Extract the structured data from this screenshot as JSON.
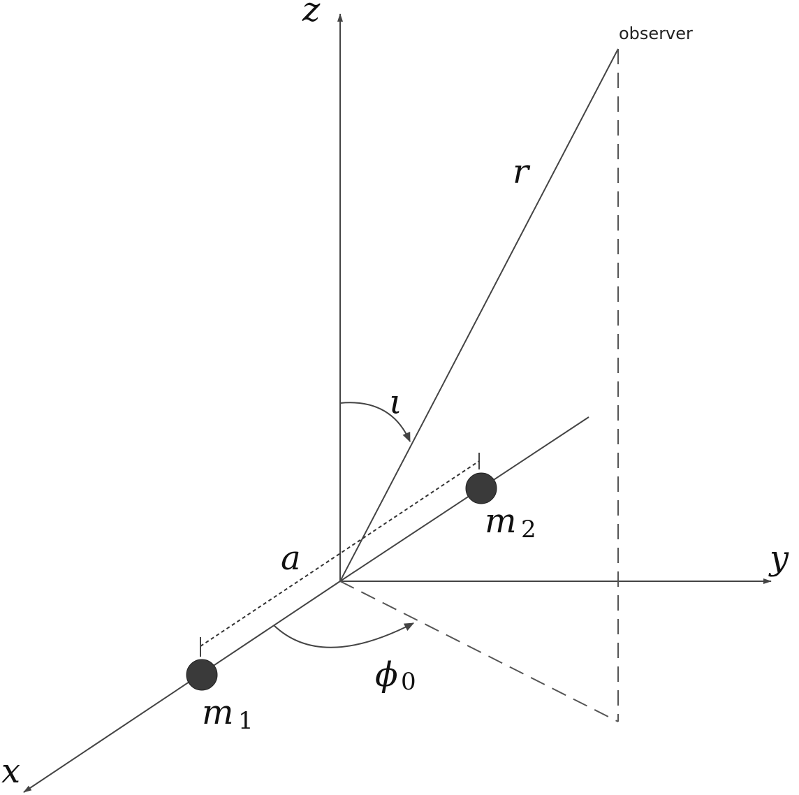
{
  "labels": {
    "z": "z",
    "y": "y",
    "x": "x",
    "r": "r",
    "iota": "ι",
    "a": "a",
    "phi": "ϕ",
    "phi_sub": "0",
    "m1": "m",
    "m1_sub": "1",
    "m2": "m",
    "m2_sub": "2",
    "observer": "observer"
  },
  "colors": {
    "line": "#444444",
    "mass": "#3a3a3a"
  }
}
